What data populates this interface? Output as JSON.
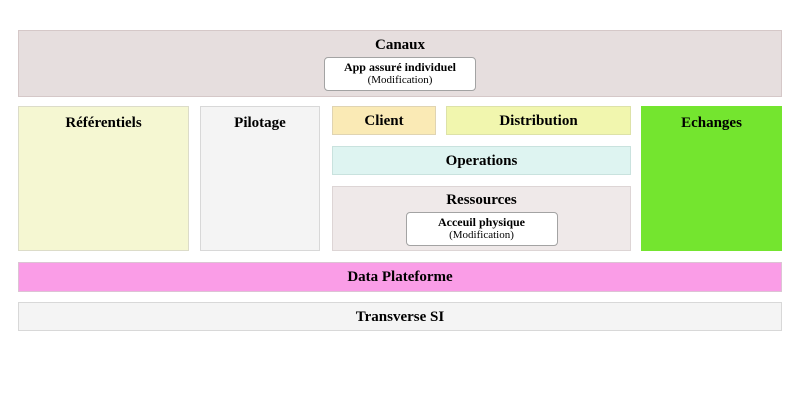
{
  "diagram": {
    "canaux": {
      "title": "Canaux",
      "app_box": {
        "name": "App assuré individuel",
        "status": "(Modification)"
      }
    },
    "referentiels": {
      "title": "Référentiels"
    },
    "pilotage": {
      "title": "Pilotage"
    },
    "client": {
      "title": "Client"
    },
    "distribution": {
      "title": "Distribution"
    },
    "operations": {
      "title": "Operations"
    },
    "ressources": {
      "title": "Ressources",
      "app_box": {
        "name": "Acceuil physique",
        "status": "(Modification)"
      }
    },
    "echanges": {
      "title": "Echanges"
    },
    "data_plateforme": {
      "title": "Data Plateforme"
    },
    "transverse_si": {
      "title": "Transverse SI"
    }
  },
  "colors": {
    "canaux_bg": "#e6dede",
    "referentiels_bg": "#f5f7d2",
    "pilotage_bg": "#f4f4f4",
    "client_bg": "#faeab5",
    "distribution_bg": "#f1f6ae",
    "operations_bg": "#def4f1",
    "ressources_bg": "#efe9e9",
    "echanges_bg": "#74e52f",
    "data_plateforme_bg": "#fa9de7",
    "transverse_si_bg": "#f4f4f4",
    "app_box_bg": "#ffffff"
  }
}
